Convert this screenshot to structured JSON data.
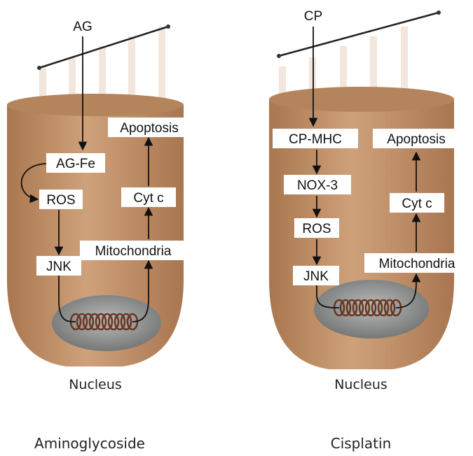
{
  "panels": [
    {
      "title": "Aminoglycoside",
      "drug": "AG",
      "left_chain": [
        "AG-Fe",
        "ROS",
        "JNK"
      ],
      "right_chain": [
        "Mitochondria",
        "Cyt c",
        "Apoptosis"
      ],
      "nucleus_label": "Nucleus"
    },
    {
      "title": "Cisplatin",
      "drug": "CP",
      "left_chain": [
        "CP-MHC",
        "NOX-3",
        "ROS",
        "JNK"
      ],
      "right_chain": [
        "Mitochondria",
        "Cyt c",
        "Apoptosis"
      ],
      "nucleus_label": "Nucleus"
    }
  ],
  "colors": {
    "cell_body": "#c99a72",
    "cell_top": "#b07f57",
    "nucleus": "#8e9190",
    "dna_coil": "#6a3620",
    "arrow": "#111111"
  }
}
